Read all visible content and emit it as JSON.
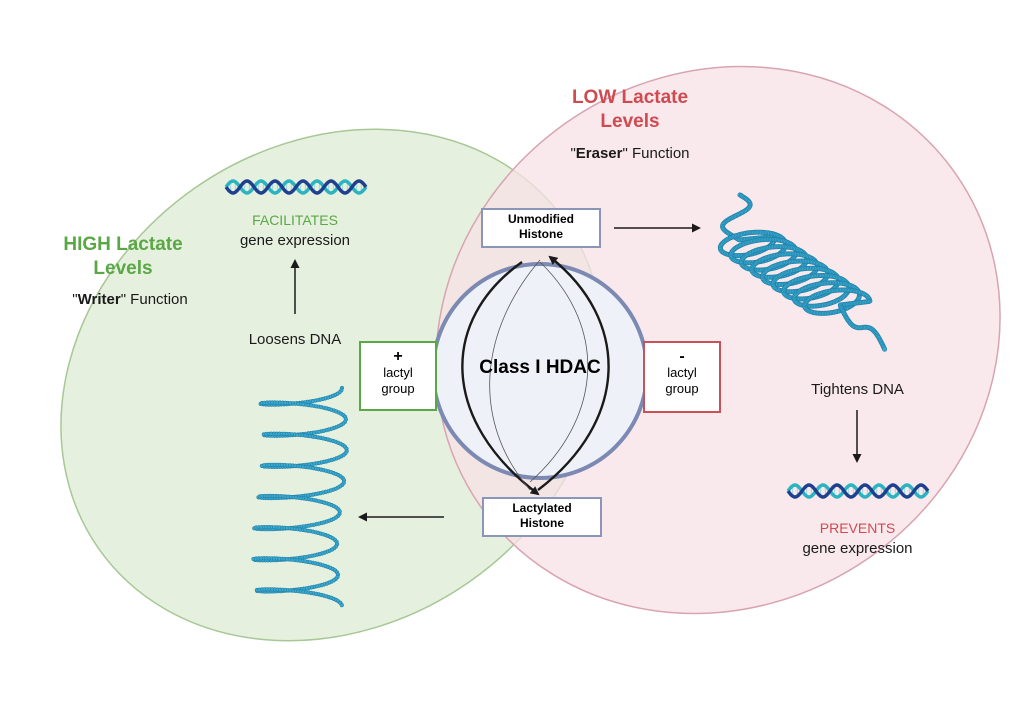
{
  "high": {
    "title_line1": "HIGH Lactate",
    "title_line2": "Levels",
    "quote_open": "\"",
    "function_role": "Writer",
    "quote_close": "\"",
    "function_word": " Function",
    "facilitates": "FACILITATES",
    "gene_expression": "gene expression",
    "loosens": "Loosens DNA"
  },
  "low": {
    "title_line1": "LOW Lactate",
    "title_line2": "Levels",
    "quote_open": "\"",
    "function_role": "Eraser",
    "quote_close": "\"",
    "function_word": " Function",
    "tightens": "Tightens DNA",
    "prevents": "PREVENTS",
    "gene_expression": "gene expression"
  },
  "center": {
    "label": "Class I HDAC",
    "unmodified_line1": "Unmodified",
    "unmodified_line2": "Histone",
    "lactylated_line1": "Lactylated",
    "lactylated_line2": "Histone",
    "plus_sign": "+",
    "plus_line1": "lactyl",
    "plus_line2": "group",
    "minus_sign": "-",
    "minus_line1": "lactyl",
    "minus_line2": "group"
  },
  "colors": {
    "high_fill": "#e3eedb",
    "high_stroke": "#a8c796",
    "high_text": "#5aa845",
    "low_fill": "#f7e1e6",
    "low_stroke": "#d9a4b2",
    "low_text": "#d04a52",
    "circle_fill": "#eef1f8",
    "circle_stroke": "#7c89b2",
    "dna_dark": "#1f3f8f",
    "dna_teal": "#2bb3c0",
    "coil": "#3aa8cf"
  }
}
